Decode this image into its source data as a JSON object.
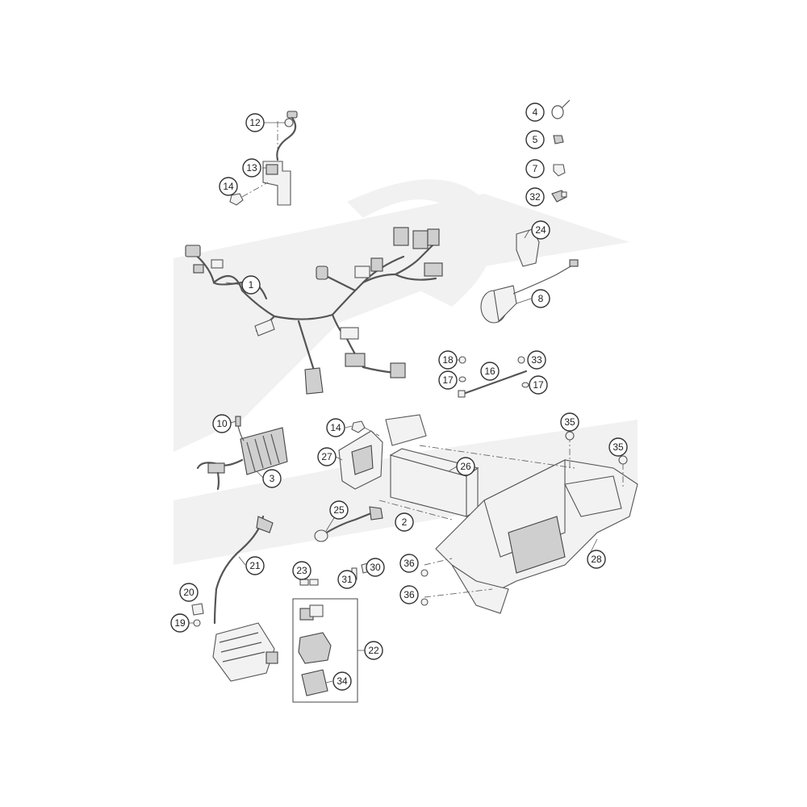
{
  "callouts": [
    {
      "id": "c12",
      "label": "12"
    },
    {
      "id": "c13",
      "label": "13"
    },
    {
      "id": "c14a",
      "label": "14"
    },
    {
      "id": "c1",
      "label": "1"
    },
    {
      "id": "c4",
      "label": "4"
    },
    {
      "id": "c5",
      "label": "5"
    },
    {
      "id": "c7",
      "label": "7"
    },
    {
      "id": "c32",
      "label": "32"
    },
    {
      "id": "c24",
      "label": "24"
    },
    {
      "id": "c8",
      "label": "8"
    },
    {
      "id": "c18",
      "label": "18"
    },
    {
      "id": "c33",
      "label": "33"
    },
    {
      "id": "c16",
      "label": "16"
    },
    {
      "id": "c17a",
      "label": "17"
    },
    {
      "id": "c17b",
      "label": "17"
    },
    {
      "id": "c10",
      "label": "10"
    },
    {
      "id": "c14b",
      "label": "14"
    },
    {
      "id": "c35a",
      "label": "35"
    },
    {
      "id": "c35b",
      "label": "35"
    },
    {
      "id": "c27",
      "label": "27"
    },
    {
      "id": "c26",
      "label": "26"
    },
    {
      "id": "c3",
      "label": "3"
    },
    {
      "id": "c25",
      "label": "25"
    },
    {
      "id": "c2",
      "label": "2"
    },
    {
      "id": "c21",
      "label": "21"
    },
    {
      "id": "c23",
      "label": "23"
    },
    {
      "id": "c31",
      "label": "31"
    },
    {
      "id": "c30",
      "label": "30"
    },
    {
      "id": "c36a",
      "label": "36"
    },
    {
      "id": "c36b",
      "label": "36"
    },
    {
      "id": "c28",
      "label": "28"
    },
    {
      "id": "c20",
      "label": "20"
    },
    {
      "id": "c19",
      "label": "19"
    },
    {
      "id": "c22",
      "label": "22"
    },
    {
      "id": "c34",
      "label": "34"
    }
  ]
}
